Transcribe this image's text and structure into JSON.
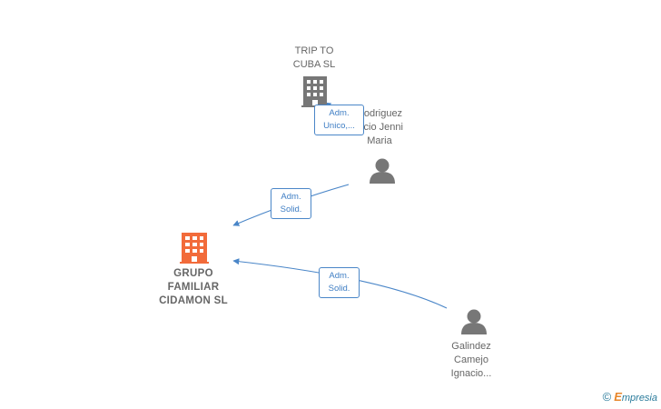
{
  "nodes": {
    "trip_to_cuba": {
      "line1": "TRIP TO",
      "line2": "CUBA  SL",
      "color": "#777777"
    },
    "rodriguez": {
      "line1": "Rodriguez",
      "line2": "Ocio Jenni",
      "line3": "Maria",
      "color": "#777777"
    },
    "grupo_familiar": {
      "line1": "GRUPO",
      "line2": "FAMILIAR",
      "line3": "CIDAMON  SL",
      "color": "#f26b3a"
    },
    "galindez": {
      "line1": "Galindez",
      "line2": "Camejo",
      "line3": "Ignacio...",
      "color": "#777777"
    }
  },
  "edges": {
    "e1": {
      "line1": "Adm.",
      "line2": "Unico,..."
    },
    "e2": {
      "line1": "Adm.",
      "line2": "Solid."
    },
    "e3": {
      "line1": "Adm.",
      "line2": "Solid."
    }
  },
  "colors": {
    "edge": "#4a86c8"
  },
  "watermark": {
    "symbol": "©",
    "brand_initial": "E",
    "brand_rest": "mpresia"
  }
}
